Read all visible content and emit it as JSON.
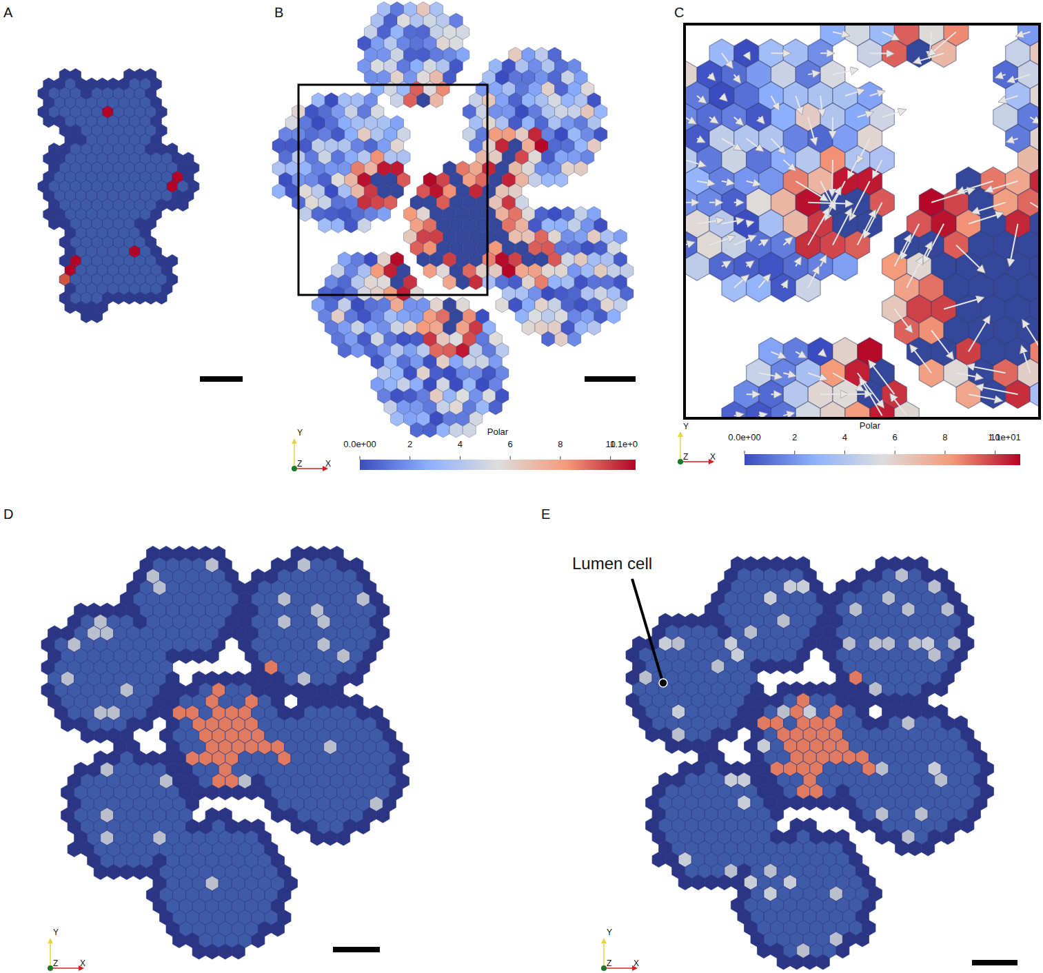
{
  "diagram": {
    "labels": [
      "A",
      "B",
      "C",
      "D",
      "E",
      "Polar",
      "0.0e+00",
      "2",
      "4",
      "6",
      "8",
      "10",
      "1.1e+0",
      "Y",
      "Z",
      "X",
      "Polar",
      "0.0e+00",
      "2",
      "4",
      "6",
      "8",
      "10",
      "1.1e+01",
      "Y",
      "Z",
      "X",
      "Y",
      "Z",
      "X",
      "Y",
      "Z",
      "X",
      "Lumen cell"
    ]
  }
}
